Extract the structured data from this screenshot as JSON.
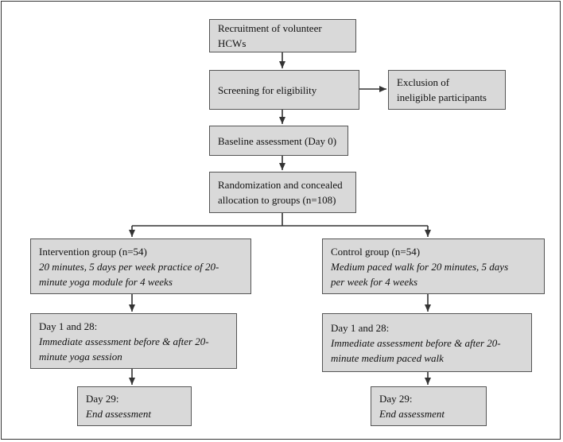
{
  "nodes": {
    "recruitment": {
      "text": "Recruitment of volunteer HCWs"
    },
    "screening": {
      "text": "Screening for eligibility"
    },
    "exclusion": {
      "line1": "Exclusion of",
      "line2": "ineligible participants"
    },
    "baseline": {
      "text": "Baseline assessment (Day 0)"
    },
    "randomization": {
      "line1": "Randomization and concealed",
      "line2": "allocation to groups (n=108)"
    },
    "intervention_group": {
      "title": "Intervention group (n=54)",
      "desc_line1": "20 minutes, 5 days per week practice of 20-",
      "desc_line2": "minute yoga module for 4 weeks"
    },
    "control_group": {
      "title": "Control group (n=54)",
      "desc_line1": "Medium paced walk for 20 minutes, 5 days",
      "desc_line2": "per week for 4 weeks"
    },
    "intervention_day1_28": {
      "title": "Day 1 and 28:",
      "desc_line1": "Immediate assessment before & after 20-",
      "desc_line2": "minute yoga session"
    },
    "control_day1_28": {
      "title": "Day 1 and 28:",
      "desc_line1": "Immediate assessment before & after 20-",
      "desc_line2": "minute medium paced walk"
    },
    "intervention_day29": {
      "title": "Day 29:",
      "desc": "End assessment"
    },
    "control_day29": {
      "title": "Day 29:",
      "desc": "End assessment"
    }
  },
  "colors": {
    "box_fill": "#d9d9d9",
    "box_border": "#555555",
    "arrow": "#333333"
  }
}
